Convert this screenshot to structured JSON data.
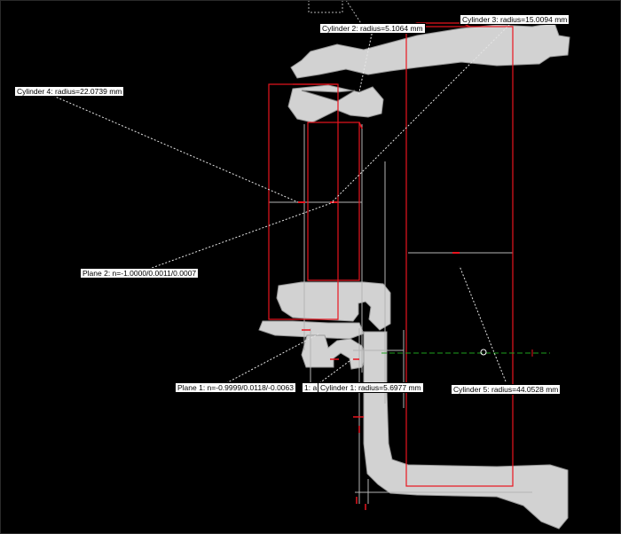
{
  "colors": {
    "background": "#000000",
    "part": "#d2d2d2",
    "part_shadow": "#a8a8a8",
    "measure_red": "#e8141e",
    "guide_line": "#b4b4b4",
    "axis_green": "#1ea01e",
    "label_bg": "#ffffff",
    "label_text": "#000000"
  },
  "labels": {
    "cylinder1": "Cylinder 1: radius=5.6977 mm",
    "cylinder2": "Cylinder 2: radius=5.1064 mm",
    "cylinder3": "Cylinder 3: radius=15.0094 mm",
    "cylinder4": "Cylinder 4: radius=22.0739 mm",
    "cylinder5": "Cylinder 5: radius=44.0528 mm",
    "plane1": "Plane 1: n=-0.9999/0.0118/-0.0063",
    "plane1_overflow": "1: a",
    "plane2": "Plane 2: n=-1.0000/0.0011/0.0007"
  }
}
